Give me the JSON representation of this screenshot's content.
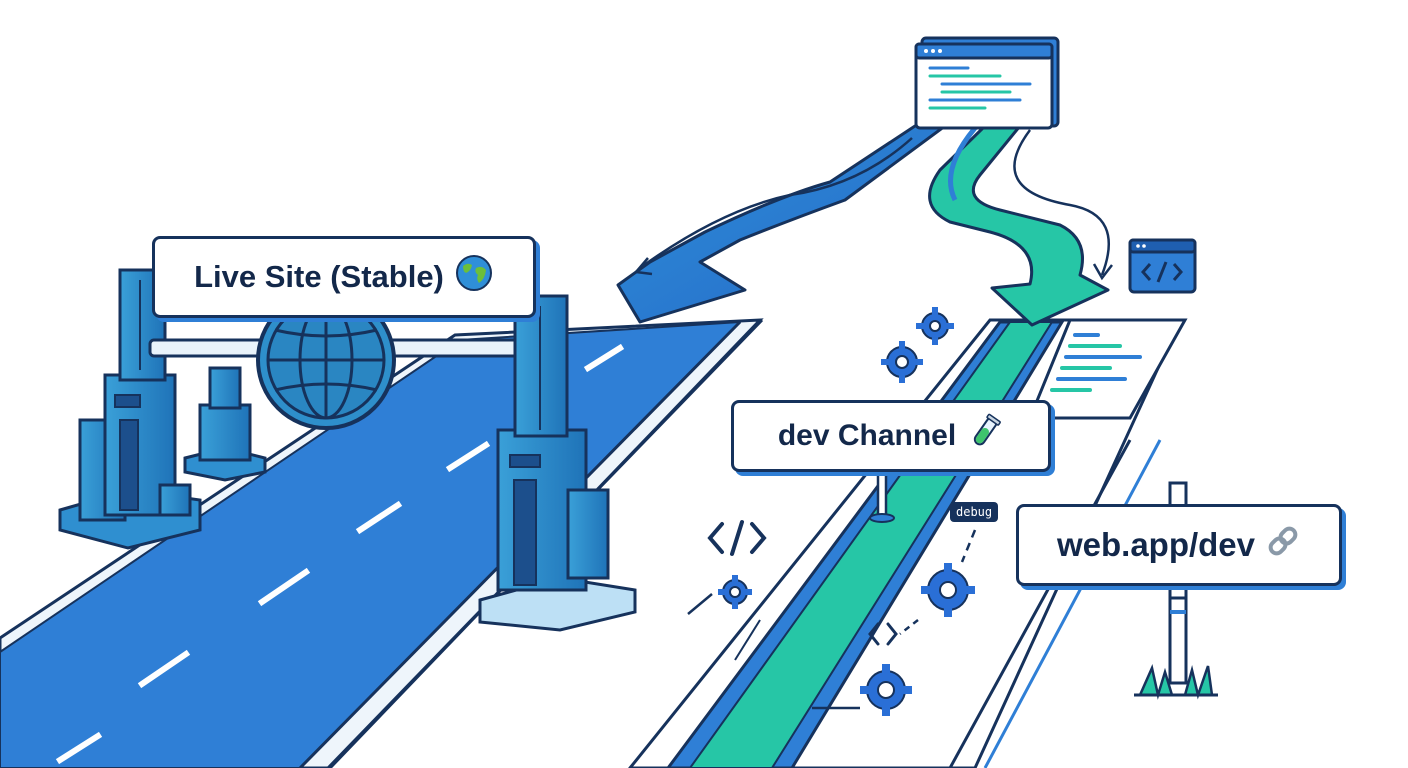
{
  "signs": {
    "live": {
      "label": "Live Site (Stable)",
      "icon": "globe-icon"
    },
    "dev": {
      "label": "dev Channel",
      "icon": "test-tube-icon"
    },
    "url": {
      "label": "web.app/dev",
      "icon": "link-icon"
    }
  },
  "tags": {
    "debug": "debug"
  },
  "colors": {
    "stable_road": "#2f7fd6",
    "dev_road": "#26c6a6",
    "outline": "#16325c",
    "accent": "#2a6fd6"
  }
}
